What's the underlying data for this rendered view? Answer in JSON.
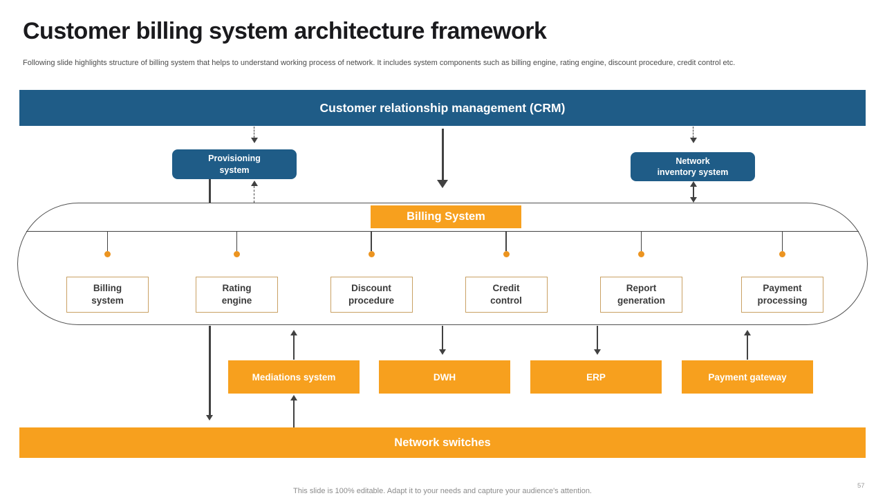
{
  "slide": {
    "title": "Customer billing system architecture framework",
    "subtitle": "Following slide highlights structure of billing system that helps to understand working process of network. It includes system components such as billing engine, rating engine, discount procedure, credit control etc.",
    "footer": "This slide is 100% editable. Adapt it to your needs and capture your audience's attention.",
    "page_number": "57"
  },
  "colors": {
    "blue": "#1F5C87",
    "orange": "#F7A01E",
    "line": "#414141",
    "comp-border": "#C9A063"
  },
  "diagram": {
    "crm": {
      "label": "Customer relationship management (CRM)"
    },
    "provisioning": {
      "label": "Provisioning\nsystem"
    },
    "network_inventory": {
      "label": "Network\ninventory system"
    },
    "billing_system_header": {
      "label": "Billing System"
    },
    "components": [
      {
        "label": "Billing\nsystem"
      },
      {
        "label": "Rating\nengine"
      },
      {
        "label": "Discount\nprocedure"
      },
      {
        "label": "Credit\ncontrol"
      },
      {
        "label": "Report\ngeneration"
      },
      {
        "label": "Payment\nprocessing"
      }
    ],
    "external_systems": [
      {
        "label": "Mediations system"
      },
      {
        "label": "DWH"
      },
      {
        "label": "ERP"
      },
      {
        "label": "Payment gateway"
      }
    ],
    "network_switches": {
      "label": "Network switches"
    }
  }
}
